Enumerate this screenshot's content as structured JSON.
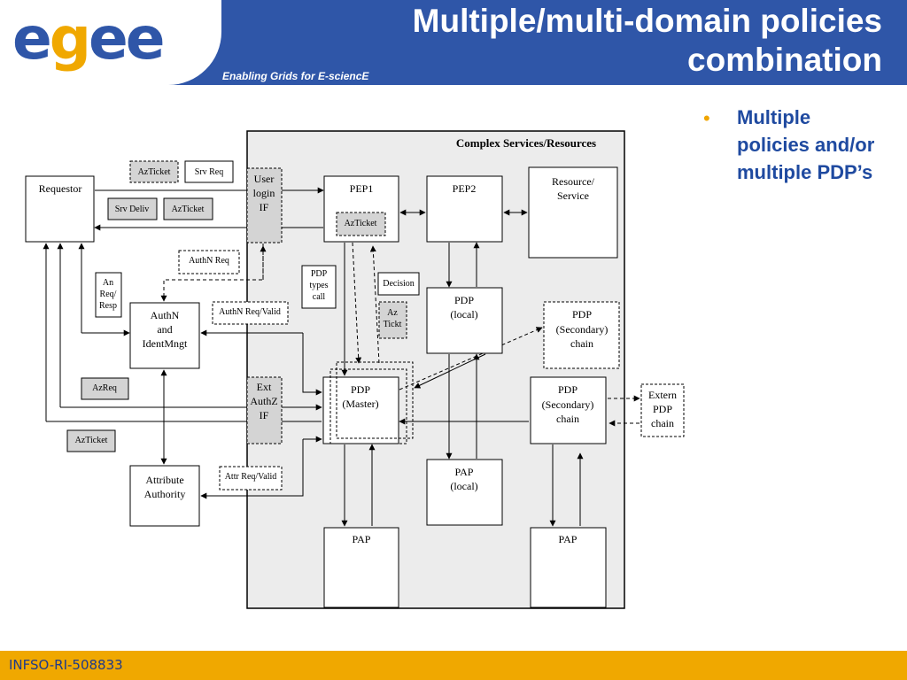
{
  "header": {
    "logo_letters": [
      {
        "char": "e",
        "color": "#2f56a8"
      },
      {
        "char": "g",
        "color": "#f0a800"
      },
      {
        "char": "e",
        "color": "#2f56a8"
      },
      {
        "char": "e",
        "color": "#2f56a8"
      }
    ],
    "tagline": "Enabling Grids for E-sciencE",
    "title": "Multiple/multi-domain policies combination"
  },
  "bullet": {
    "marker": "•",
    "text": "Multiple policies and/or multiple PDP’s"
  },
  "diagram": {
    "container_label": "Complex Services/Resources",
    "nodes": {
      "requestor": "Requestor",
      "user_login_if": [
        "User",
        "login",
        "IF"
      ],
      "pep1": "PEP1",
      "pep2": "PEP2",
      "resource_service": [
        "Resource/",
        "Service"
      ],
      "authn_identmngt": [
        "AuthN",
        "and",
        "IdentMngt"
      ],
      "pdp_local": [
        "PDP",
        "(local)"
      ],
      "pdp_secondary_chain_top": [
        "PDP",
        "(Secondary)",
        "chain"
      ],
      "ext_authz_if": [
        "Ext",
        "AuthZ",
        "IF"
      ],
      "pdp_master": [
        "PDP",
        "(Master)"
      ],
      "pdp_secondary_chain": [
        "PDP",
        "(Secondary)",
        "chain"
      ],
      "extern_pdp_chain": [
        "Extern",
        "PDP",
        "chain"
      ],
      "pap_local": [
        "PAP",
        "(local)"
      ],
      "attribute_authority": [
        "Attribute",
        "Authority"
      ],
      "pap_left": "PAP",
      "pap_right": "PAP"
    },
    "messages": {
      "azticket_top": "AzTicket",
      "srv_req": "Srv Req",
      "srv_deliv": "Srv Deliv",
      "azticket_mid": "AzTicket",
      "azticket_pep1": "AzTicket",
      "authn_req": "AuthN Req",
      "an_req_resp": [
        "An",
        "Req/",
        "Resp"
      ],
      "pdp_types_call": [
        "PDP",
        "types",
        "call"
      ],
      "decision": "Decision",
      "authn_req_valid": "AuthN Req/Valid",
      "az_tickt": [
        "Az",
        "Tickt"
      ],
      "azreq": "AzReq",
      "azticket_bottom": "AzTicket",
      "attr_req_valid": "Attr Req/Valid"
    }
  },
  "footer": {
    "text": "INFSO-RI-508833"
  }
}
